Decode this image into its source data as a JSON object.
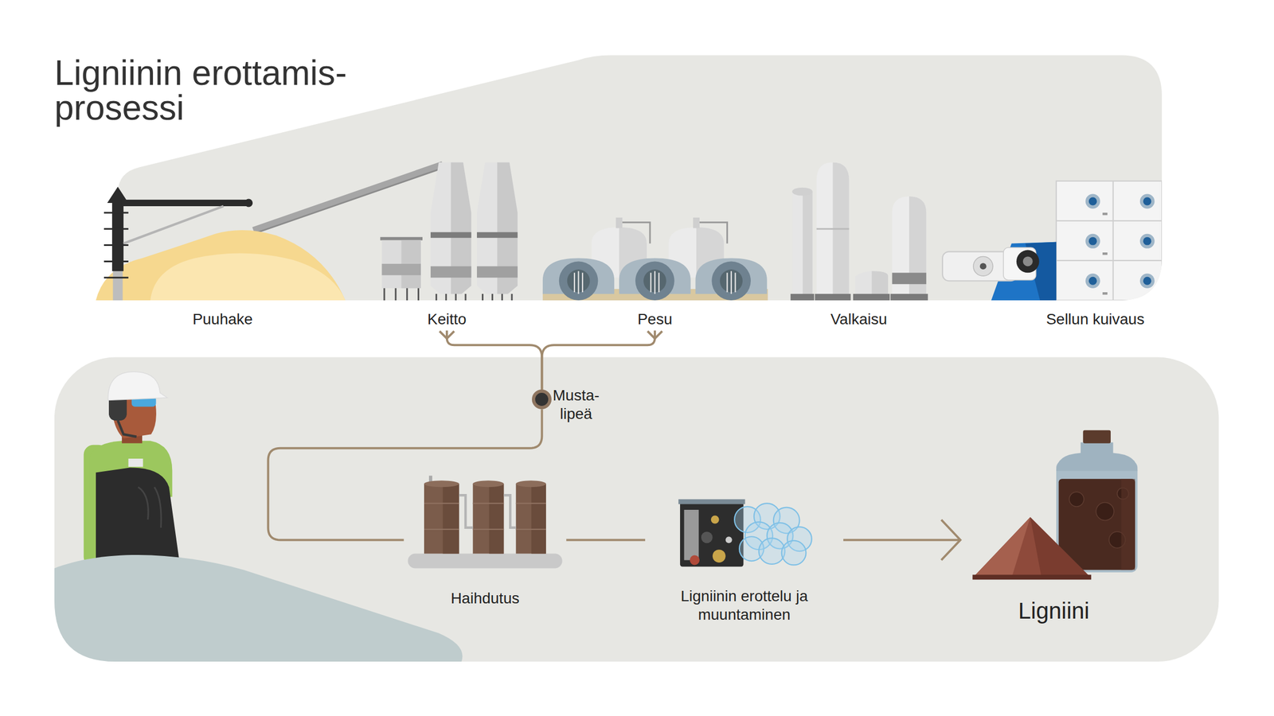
{
  "diagram": {
    "title": "Ligniinin erottamis- prosessi",
    "nodes": [
      {
        "text": [
          "Puuhake"
        ]
      },
      {
        "text": [
          "Keitto"
        ]
      },
      {
        "text": [
          "Pesu"
        ]
      },
      {
        "text": [
          "Valkaisu"
        ]
      },
      {
        "text": [
          "Sellun kuivaus"
        ]
      },
      {
        "text": [
          "Musta- lipeä"
        ]
      },
      {
        "text": [
          "Haihdutus"
        ]
      },
      {
        "text": [
          "Ligniinin erottelu ja muuntaminen"
        ]
      },
      {
        "text": [
          "Ligniini"
        ]
      }
    ],
    "edges": [
      {
        "from": 1,
        "to": 5,
        "arrow": "none"
      },
      {
        "from": 2,
        "to": 5,
        "arrow": "none"
      },
      {
        "from": 5,
        "to": 6,
        "arrow": "none"
      },
      {
        "from": 6,
        "to": 7,
        "arrow": "none"
      },
      {
        "from": 7,
        "to": 8,
        "arrow": "to"
      }
    ]
  }
}
